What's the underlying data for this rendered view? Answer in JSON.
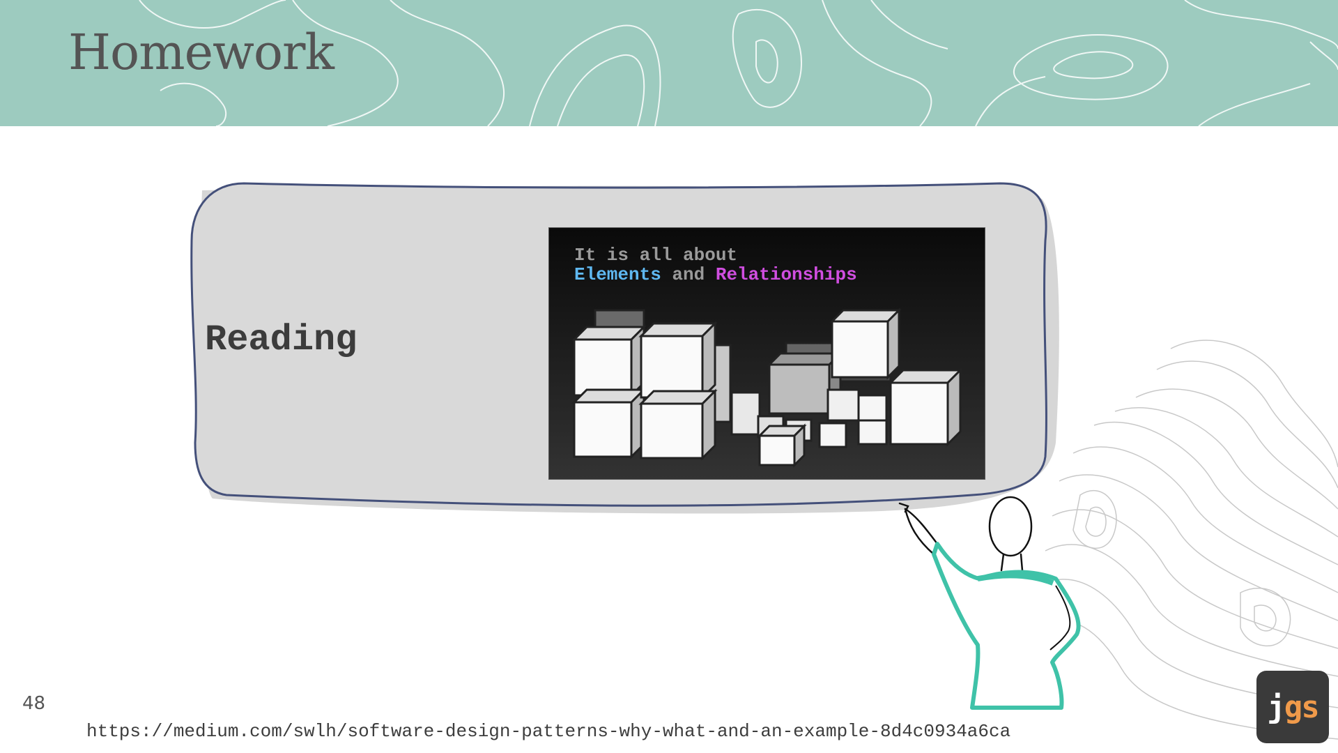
{
  "slide": {
    "title": "Homework",
    "page_number": "48",
    "source_url": "https://medium.com/swlh/software-design-patterns-why-what-and-an-example-8d4c0934a6ca"
  },
  "bubble": {
    "label": "Reading",
    "thumbnail": {
      "line1": "It is all about",
      "line2_part1": "Elements",
      "line2_part2": " and ",
      "line2_part3": "Relationships"
    }
  },
  "logo": {
    "text_j": "j",
    "text_gs": "gs"
  },
  "colors": {
    "header_bg": "#9dcbbf",
    "bubble_fill": "#d9d9d9",
    "bubble_outline": "#44507a",
    "accent_teal": "#3fc2a8",
    "logo_bg": "#3a3a3a",
    "logo_accent": "#f09a4a"
  },
  "icons": [
    "topographic-lines-decoration",
    "pointing-person-illustration",
    "cubes-illustration"
  ]
}
